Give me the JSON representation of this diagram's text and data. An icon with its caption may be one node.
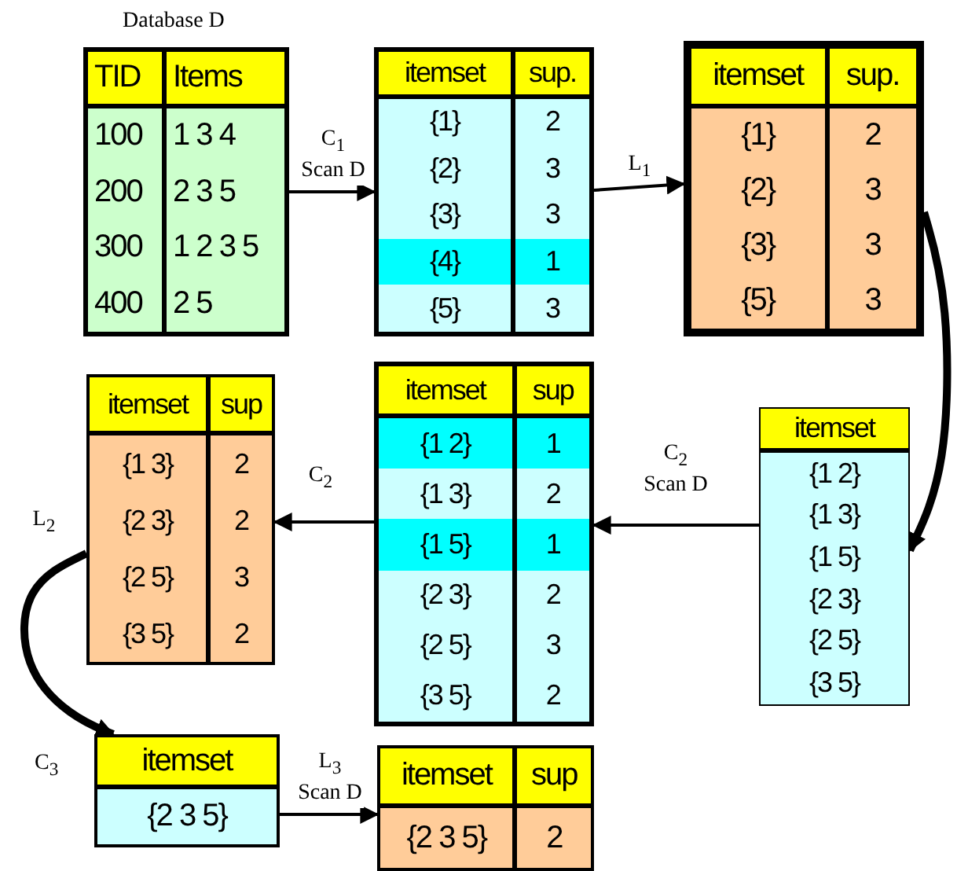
{
  "diagram": {
    "nodes": [
      {
        "text": [
          "TID",
          "Items",
          "100",
          "1 3 4",
          "200",
          "2 3 5",
          "300",
          "1 2 3 5",
          "400",
          "2 5"
        ],
        "beside": [
          "Database D"
        ]
      },
      {
        "text": [
          "itemset",
          "sup.",
          "{1}",
          "2",
          "{2}",
          "3",
          "{3}",
          "3",
          "{4}",
          "1",
          "{5}",
          "3"
        ]
      },
      {
        "text": [
          "itemset",
          "sup.",
          "{1}",
          "2",
          "{2}",
          "3",
          "{3}",
          "3",
          "{5}",
          "3"
        ]
      },
      {
        "text": [
          "itemset",
          "{1 2}",
          "{1 3}",
          "{1 5}",
          "{2 3}",
          "{2 5}",
          "{3 5}"
        ]
      },
      {
        "text": [
          "itemset",
          "sup",
          "{1 2}",
          "1",
          "{1 3}",
          "2",
          "{1 5}",
          "1",
          "{2 3}",
          "2",
          "{2 5}",
          "3",
          "{3 5}",
          "2"
        ]
      },
      {
        "text": [
          "itemset",
          "sup",
          "{1 3}",
          "2",
          "{2 3}",
          "2",
          "{2 5}",
          "3",
          "{3 5}",
          "2"
        ]
      },
      {
        "text": [
          "itemset",
          "{2 3 5}"
        ],
        "beside": [
          "C$_{3}$"
        ]
      },
      {
        "text": [
          "itemset",
          "sup",
          "{2 3 5}",
          "2"
        ]
      }
    ],
    "edges": [
      {
        "from": 0,
        "to": 1,
        "arrow": "to",
        "label": "C$_{1}$ Scan D"
      },
      {
        "from": 1,
        "to": 2,
        "arrow": "to",
        "label": "L$_{1}$"
      },
      {
        "from": 2,
        "to": 3,
        "arrow": "to",
        "style": "thick"
      },
      {
        "from": 3,
        "to": 4,
        "arrow": "to",
        "label": "C$_{2}$ Scan D"
      },
      {
        "from": 4,
        "to": 5,
        "arrow": "to",
        "label": "C$_{2}$"
      },
      {
        "from": 5,
        "to": 6,
        "arrow": "to",
        "label": "L$_{2}$",
        "style": "thick"
      },
      {
        "from": 6,
        "to": 7,
        "arrow": "to",
        "label": "L$_{3}$ Scan D"
      }
    ]
  }
}
